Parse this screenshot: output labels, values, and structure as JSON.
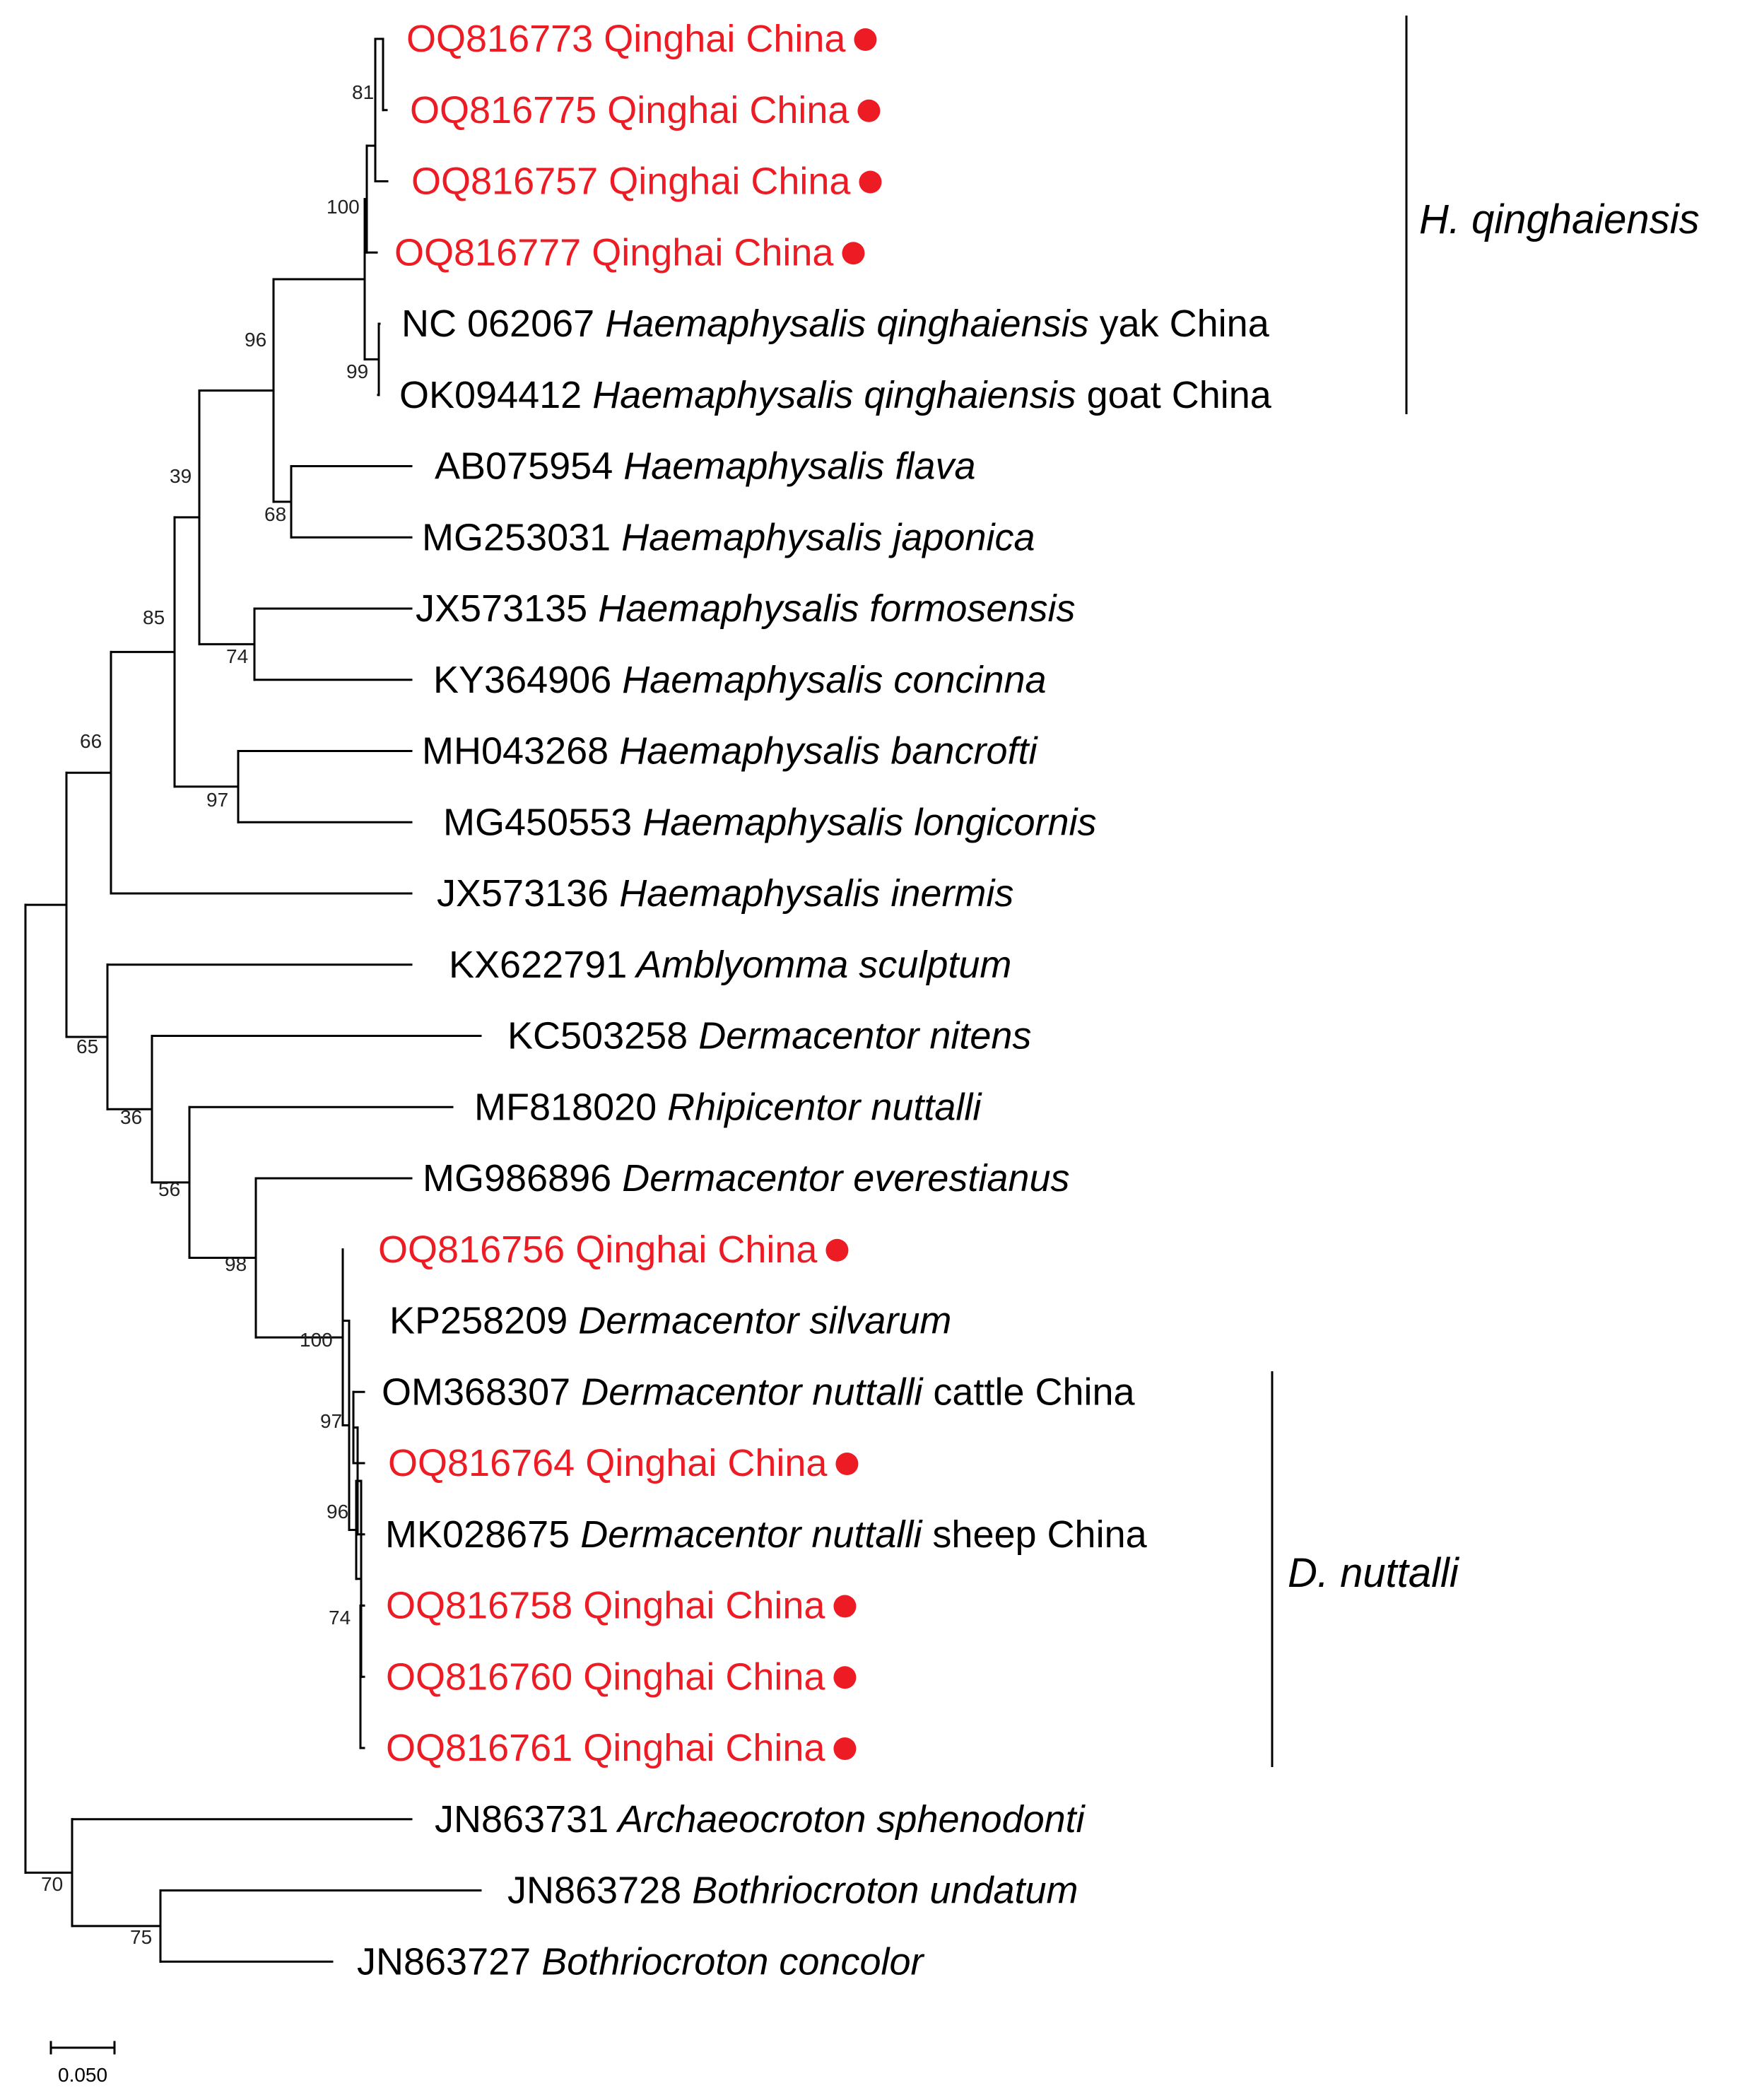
{
  "colors": {
    "sample": "#ed1c24",
    "reference": "#000000"
  },
  "leaves": [
    {
      "acc": "OQ816773",
      "italic": "",
      "rest": "Qinghai China",
      "sample": true
    },
    {
      "acc": "OQ816775",
      "italic": "",
      "rest": "Qinghai China",
      "sample": true
    },
    {
      "acc": "OQ816757",
      "italic": "",
      "rest": "Qinghai China",
      "sample": true
    },
    {
      "acc": "OQ816777",
      "italic": "",
      "rest": "Qinghai China",
      "sample": true
    },
    {
      "acc": "NC 062067",
      "italic": "Haemaphysalis qinghaiensis",
      "rest": "yak China",
      "sample": false
    },
    {
      "acc": "OK094412",
      "italic": "Haemaphysalis qinghaiensis",
      "rest": "goat China",
      "sample": false
    },
    {
      "acc": "AB075954",
      "italic": "Haemaphysalis flava",
      "rest": "",
      "sample": false
    },
    {
      "acc": "MG253031",
      "italic": "Haemaphysalis japonica",
      "rest": "",
      "sample": false
    },
    {
      "acc": "JX573135",
      "italic": "Haemaphysalis formosensis",
      "rest": "",
      "sample": false
    },
    {
      "acc": "KY364906",
      "italic": "Haemaphysalis concinna",
      "rest": "",
      "sample": false
    },
    {
      "acc": "MH043268",
      "italic": "Haemaphysalis bancrofti",
      "rest": "",
      "sample": false
    },
    {
      "acc": "MG450553",
      "italic": "Haemaphysalis longicornis",
      "rest": "",
      "sample": false
    },
    {
      "acc": "JX573136",
      "italic": "Haemaphysalis inermis",
      "rest": "",
      "sample": false
    },
    {
      "acc": "KX622791",
      "italic": "Amblyomma sculptum",
      "rest": "",
      "sample": false
    },
    {
      "acc": "KC503258",
      "italic": "Dermacentor nitens",
      "rest": "",
      "sample": false
    },
    {
      "acc": "MF818020",
      "italic": "Rhipicentor nuttalli",
      "rest": "",
      "sample": false
    },
    {
      "acc": "MG986896",
      "italic": "Dermacentor everestianus",
      "rest": "",
      "sample": false
    },
    {
      "acc": "OQ816756",
      "italic": "",
      "rest": "Qinghai China",
      "sample": true
    },
    {
      "acc": "KP258209",
      "italic": "Dermacentor silvarum",
      "rest": "",
      "sample": false
    },
    {
      "acc": "OM368307",
      "italic": "Dermacentor nuttalli",
      "rest": "cattle China",
      "sample": false
    },
    {
      "acc": "OQ816764",
      "italic": "",
      "rest": "Qinghai China",
      "sample": true
    },
    {
      "acc": "MK028675",
      "italic": "Dermacentor nuttalli",
      "rest": "sheep China",
      "sample": false
    },
    {
      "acc": "OQ816758",
      "italic": "",
      "rest": "Qinghai China",
      "sample": true
    },
    {
      "acc": "OQ816760",
      "italic": "",
      "rest": "Qinghai China",
      "sample": true
    },
    {
      "acc": "OQ816761",
      "italic": "",
      "rest": "Qinghai China",
      "sample": true
    },
    {
      "acc": "JN863731",
      "italic": "Archaeocroton sphenodonti",
      "rest": "",
      "sample": false
    },
    {
      "acc": "JN863728",
      "italic": "Bothriocroton undatum",
      "rest": "",
      "sample": false
    },
    {
      "acc": "JN863727",
      "italic": "Bothriocroton concolor",
      "rest": "",
      "sample": false
    }
  ],
  "bootstrap": [
    "81",
    "100",
    "99",
    "96",
    "68",
    "39",
    "74",
    "85",
    "97",
    "66",
    "65",
    "36",
    "56",
    "98",
    "100",
    "97",
    "96",
    "74",
    "70",
    "75"
  ],
  "clades": [
    "H. qinghaiensis",
    "D. nuttalli"
  ],
  "scale_bar": {
    "label": "0.050",
    "value": 0.05
  }
}
